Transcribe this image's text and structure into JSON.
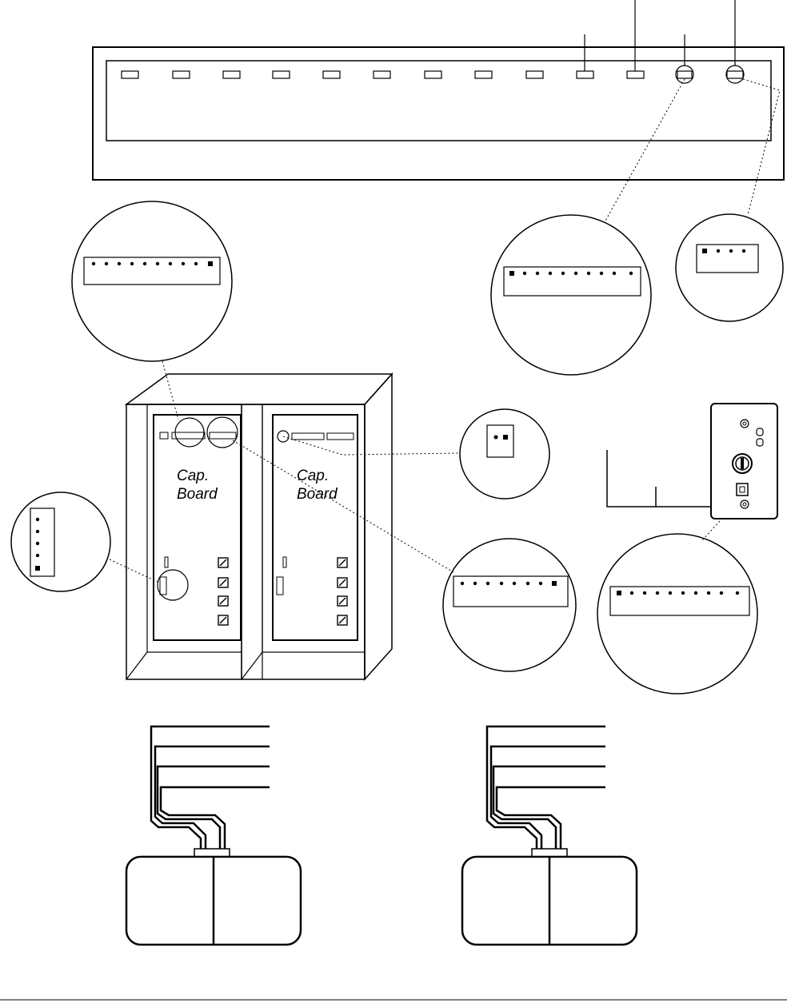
{
  "cabinet": {
    "left_board": {
      "label_line1": "Cap.",
      "label_line2": "Board"
    },
    "right_board": {
      "label_line1": "Cap.",
      "label_line2": "Board"
    }
  },
  "icons": {
    "left_battery": "battery-icon",
    "right_battery": "battery-icon",
    "keyswitch": "keyswitch-icon",
    "phone_jack": "phone-jack-icon"
  }
}
